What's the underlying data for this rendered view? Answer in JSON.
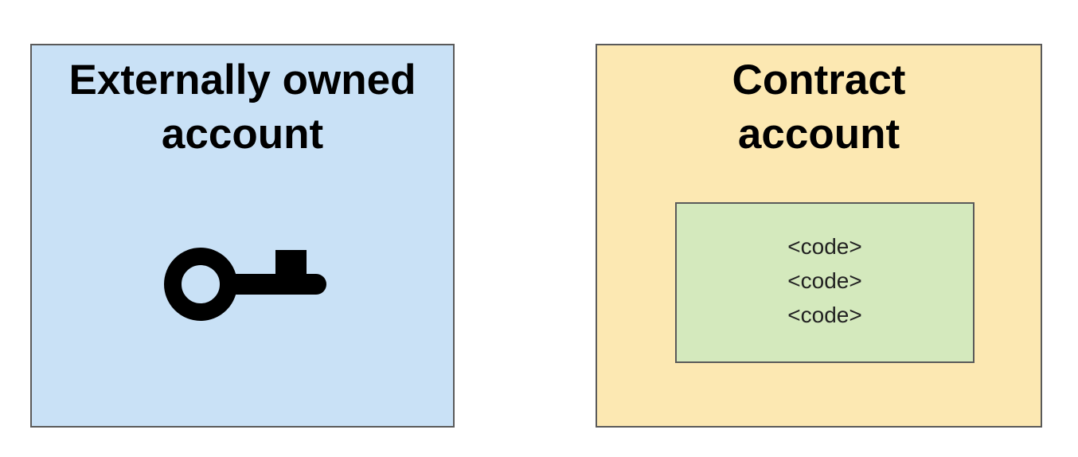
{
  "colors": {
    "eoa_fill": "#c9e1f6",
    "contract_fill": "#fce8b2",
    "code_fill": "#d4e9bd",
    "border": "#5a5a5a",
    "icon": "#000000"
  },
  "eoa": {
    "title_line1": "Externally owned",
    "title_line2": "account",
    "icon": "key-icon"
  },
  "contract": {
    "title_line1": "Contract",
    "title_line2": "account",
    "code_lines": [
      "<code>",
      "<code>",
      "<code>"
    ]
  }
}
